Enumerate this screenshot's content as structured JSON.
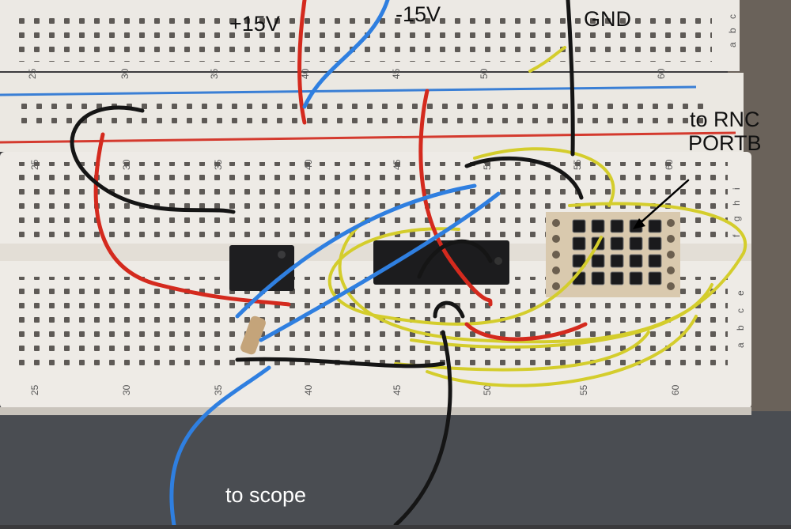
{
  "labels": {
    "plus15": "+15V",
    "minus15": "-15V",
    "gnd": "GND",
    "rnc_line1": "to RNC",
    "rnc_line2": "PORTB",
    "scope": "to scope"
  },
  "board_numbers": {
    "top_row": [
      "25",
      "30",
      "35",
      "40",
      "45",
      "50",
      "60"
    ],
    "mid_row": [
      "25",
      "30",
      "35",
      "40",
      "45",
      "50",
      "55",
      "60"
    ],
    "bottom_row": [
      "25",
      "30",
      "35",
      "40",
      "45",
      "50",
      "55",
      "60"
    ],
    "row_letters_top": [
      "a",
      "b",
      "c"
    ],
    "row_letters_mid": [
      "f",
      "g",
      "h",
      "i"
    ],
    "row_letters_low": [
      "a",
      "b",
      "c",
      "e"
    ]
  },
  "colors": {
    "board": "#ece9e4",
    "hole": "#595652",
    "wire_red": "#d42a1e",
    "wire_blue": "#2f7fe0",
    "wire_black": "#151515",
    "wire_yellow": "#d9d230",
    "rail_blue": "#3a7fd5",
    "rail_red": "#d43a2e"
  }
}
